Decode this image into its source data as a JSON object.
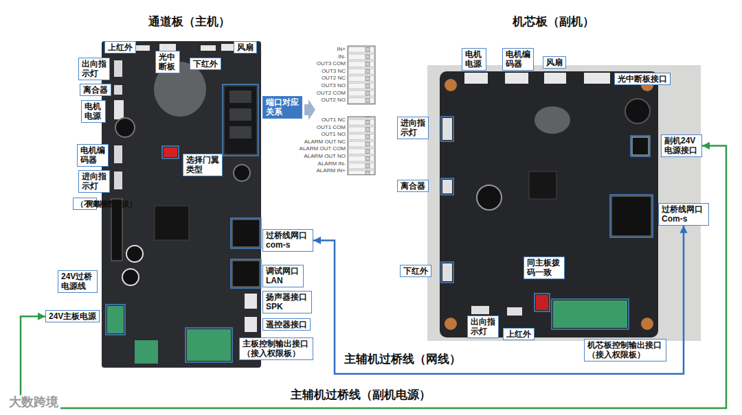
{
  "diagram": {
    "nodes": [
      {
        "text": [
          "上红外"
        ]
      },
      {
        "text": [
          "出向指示灯"
        ]
      },
      {
        "text": [
          "光中断板"
        ]
      },
      {
        "text": [
          "风扇"
        ]
      },
      {
        "text": [
          "下红外"
        ]
      },
      {
        "text": [
          "离合器"
        ]
      },
      {
        "text": [
          "电机电源"
        ]
      },
      {
        "text": [
          "端口对应关系"
        ]
      },
      {
        "text": [
          "电机编码器"
        ]
      },
      {
        "text": [
          "选择门翼类型"
        ]
      },
      {
        "text": [
          "进向指示灯"
        ]
      },
      {
        "text": [
          "屏幕接口",
          "（不支持热插拔）"
        ]
      },
      {
        "text": [
          "24V过桥电源线"
        ]
      },
      {
        "text": [
          "过桥线网口 com-s"
        ]
      },
      {
        "text": [
          "调试网口 LAN"
        ]
      },
      {
        "text": [
          "扬声器接口 SPK"
        ]
      },
      {
        "text": [
          "遥控器接口"
        ]
      },
      {
        "text": [
          "24V主板电源"
        ]
      },
      {
        "text": [
          "主板控制输出接口 （接入权限板）"
        ]
      },
      {
        "text": [
          "电机电源"
        ]
      },
      {
        "text": [
          "电机编码器"
        ]
      },
      {
        "text": [
          "风扇"
        ]
      },
      {
        "text": [
          "光中断板接口"
        ]
      },
      {
        "text": [
          "进向指示灯"
        ]
      },
      {
        "text": [
          "副机24V电源接口"
        ]
      },
      {
        "text": [
          "离合器"
        ]
      },
      {
        "text": [
          "过桥线网口 Com-s"
        ]
      },
      {
        "text": [
          "下红外"
        ]
      },
      {
        "text": [
          "同主板拨码一致"
        ]
      },
      {
        "text": [
          "出向指示灯"
        ]
      },
      {
        "text": [
          "上红外"
        ]
      },
      {
        "text": [
          "机芯板控制输出接口 （接入权限板）"
        ]
      }
    ],
    "edges": [
      {
        "from": 13,
        "to": 26,
        "arrow": "both",
        "label": "主辅机过桥线（网线）"
      },
      {
        "from": 17,
        "to": 24,
        "arrow": "both",
        "label": "主辅机过桥线（副机电源）"
      }
    ],
    "labels": [
      "通道板（主机）",
      "机芯板（副机）",
      "IN+",
      "IN-",
      "OUT3 COM",
      "OUT3 NC",
      "OUT2 NC",
      "OUT3 NO",
      "OUT2 COM",
      "OUT2 NO",
      "OUT1 NC",
      "OUT1 COM",
      "OUT1 NO",
      "ALARM OUT NC",
      "ALARM OUT COM",
      "ALARM OUT NO",
      "ALARM IN-",
      "ALARM IN+",
      "大数跨境"
    ]
  }
}
